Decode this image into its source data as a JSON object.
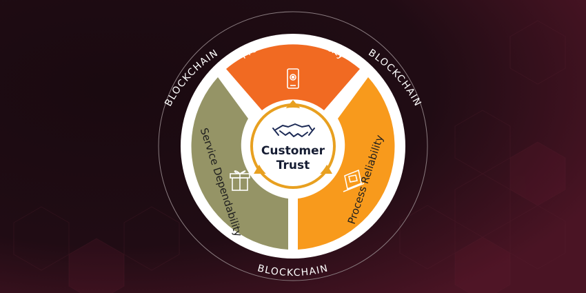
{
  "ring_labels": {
    "top_left": "BLOCKCHAIN",
    "top_right": "BLOCKCHAIN",
    "bottom": "BLOCKCHAIN"
  },
  "segments": {
    "top": {
      "label": "Product Authenticity",
      "icon": "smartphone-icon",
      "color": "#f16a22"
    },
    "right": {
      "label": "Process Reliability",
      "icon": "laptop-cart-icon",
      "color": "#f89a1c"
    },
    "left": {
      "label": "Service Dependability",
      "icon": "gift-box-icon",
      "color": "#959466"
    }
  },
  "center": {
    "line1": "Customer",
    "line2": "Trust",
    "icon": "handshake-icon"
  },
  "colors": {
    "background": "#1c0c12",
    "accent_ring": "#e8a020"
  }
}
